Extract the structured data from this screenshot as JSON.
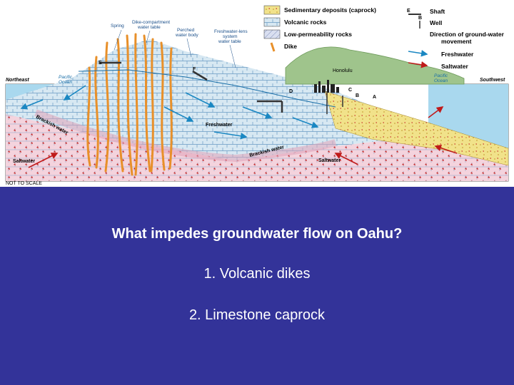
{
  "figure": {
    "legend": {
      "sedimentary": "Sedimentary deposits (caprock)",
      "volcanic": "Volcanic rocks",
      "low_perm": "Low-permeability rocks",
      "dike": "Dike",
      "shaft": "Shaft",
      "well": "Well",
      "direction_1": "Direction of ground-water",
      "direction_2": "movement",
      "freshwater": "Freshwater",
      "saltwater": "Saltwater",
      "shaft_letter": "E",
      "well_letter": "B"
    },
    "labels": {
      "spring": "Spring",
      "dike_table_1": "Dike-compartment",
      "dike_table_2": "water table",
      "perched_1": "Perched",
      "perched_2": "water body",
      "freshlens_1": "Freshwater-lens",
      "freshlens_2": "system",
      "freshlens_3": "water table",
      "northeast": "Northeast",
      "southwest": "Southwest",
      "pacific_ne_1": "Pacific",
      "pacific_ne_2": "Ocean",
      "pacific_sw_1": "Pacific",
      "pacific_sw_2": "Ocean",
      "honolulu": "Honolulu",
      "freshwater_body": "Freshwater",
      "brackish_left": "Brackish water",
      "brackish_right": "Brackish water",
      "saltwater_left": "Saltwater",
      "saltwater_right": "Saltwater",
      "not_to_scale": "NOT TO SCALE",
      "letter_e": "E",
      "letter_f": "F",
      "letter_d": "D",
      "letter_c": "C",
      "letter_b": "B",
      "letter_a": "A"
    },
    "colors": {
      "ocean": "#a9d8ee",
      "volcanic": "#d7e8f2",
      "low_perm": "#d9dff0",
      "saltwater_zone": "#f3c9d6",
      "caprock": "#f1e28a",
      "dike": "#e8902a",
      "hills": "#9fc48c",
      "fresh_arrow": "#1a87c2",
      "salt_arrow": "#c01a1a"
    }
  },
  "slide": {
    "question": "What impedes groundwater flow on Oahu?",
    "answer_1": "1. Volcanic dikes",
    "answer_2": "2. Limestone caprock",
    "background": "#333399"
  }
}
